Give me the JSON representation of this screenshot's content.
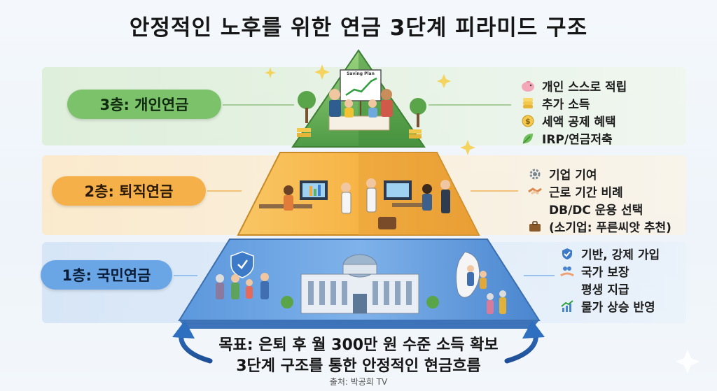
{
  "title": "안정적인 노후를 위한 연금 3단계 피라미드 구조",
  "tiers": {
    "tier3": {
      "label": "3층: 개인연금",
      "items": [
        "개인 스스로 적립",
        "추가 소득",
        "세액 공제 혜택",
        "IRP/연금저축"
      ],
      "board_text": "Saving Plan"
    },
    "tier2": {
      "label": "2층: 퇴직연금",
      "items": [
        "기업 기여",
        "근로 기간 비례",
        "DB/DC 운용 선택",
        "(소기업: 푸른씨앗 추천)"
      ]
    },
    "tier1": {
      "label": "1층: 국민연금",
      "items": [
        "기반, 강제 가입",
        "국가 보장",
        "평생 지급",
        "물가 상승 반영"
      ]
    }
  },
  "goal": {
    "line1": "목표: 은퇴 후 월 300만 원 수준 소득 확보",
    "line2": "3단계 구조를 통한 안정적인 현금흐름"
  },
  "source": "출처: 박공희 TV",
  "colors": {
    "tier3": "#7cc26b",
    "tier2": "#f6b04a",
    "tier1": "#6aa6e6"
  },
  "icons": {
    "tier3": [
      "piggy-bank-icon",
      "coins-icon",
      "dollar-coins-icon",
      "leaf-icon"
    ],
    "tier2": [
      "gear-icon",
      "handshake-icon",
      "",
      "briefcase-icon"
    ],
    "tier1": [
      "shield-check-icon",
      "hands-people-icon",
      "",
      "growth-chart-icon"
    ]
  }
}
